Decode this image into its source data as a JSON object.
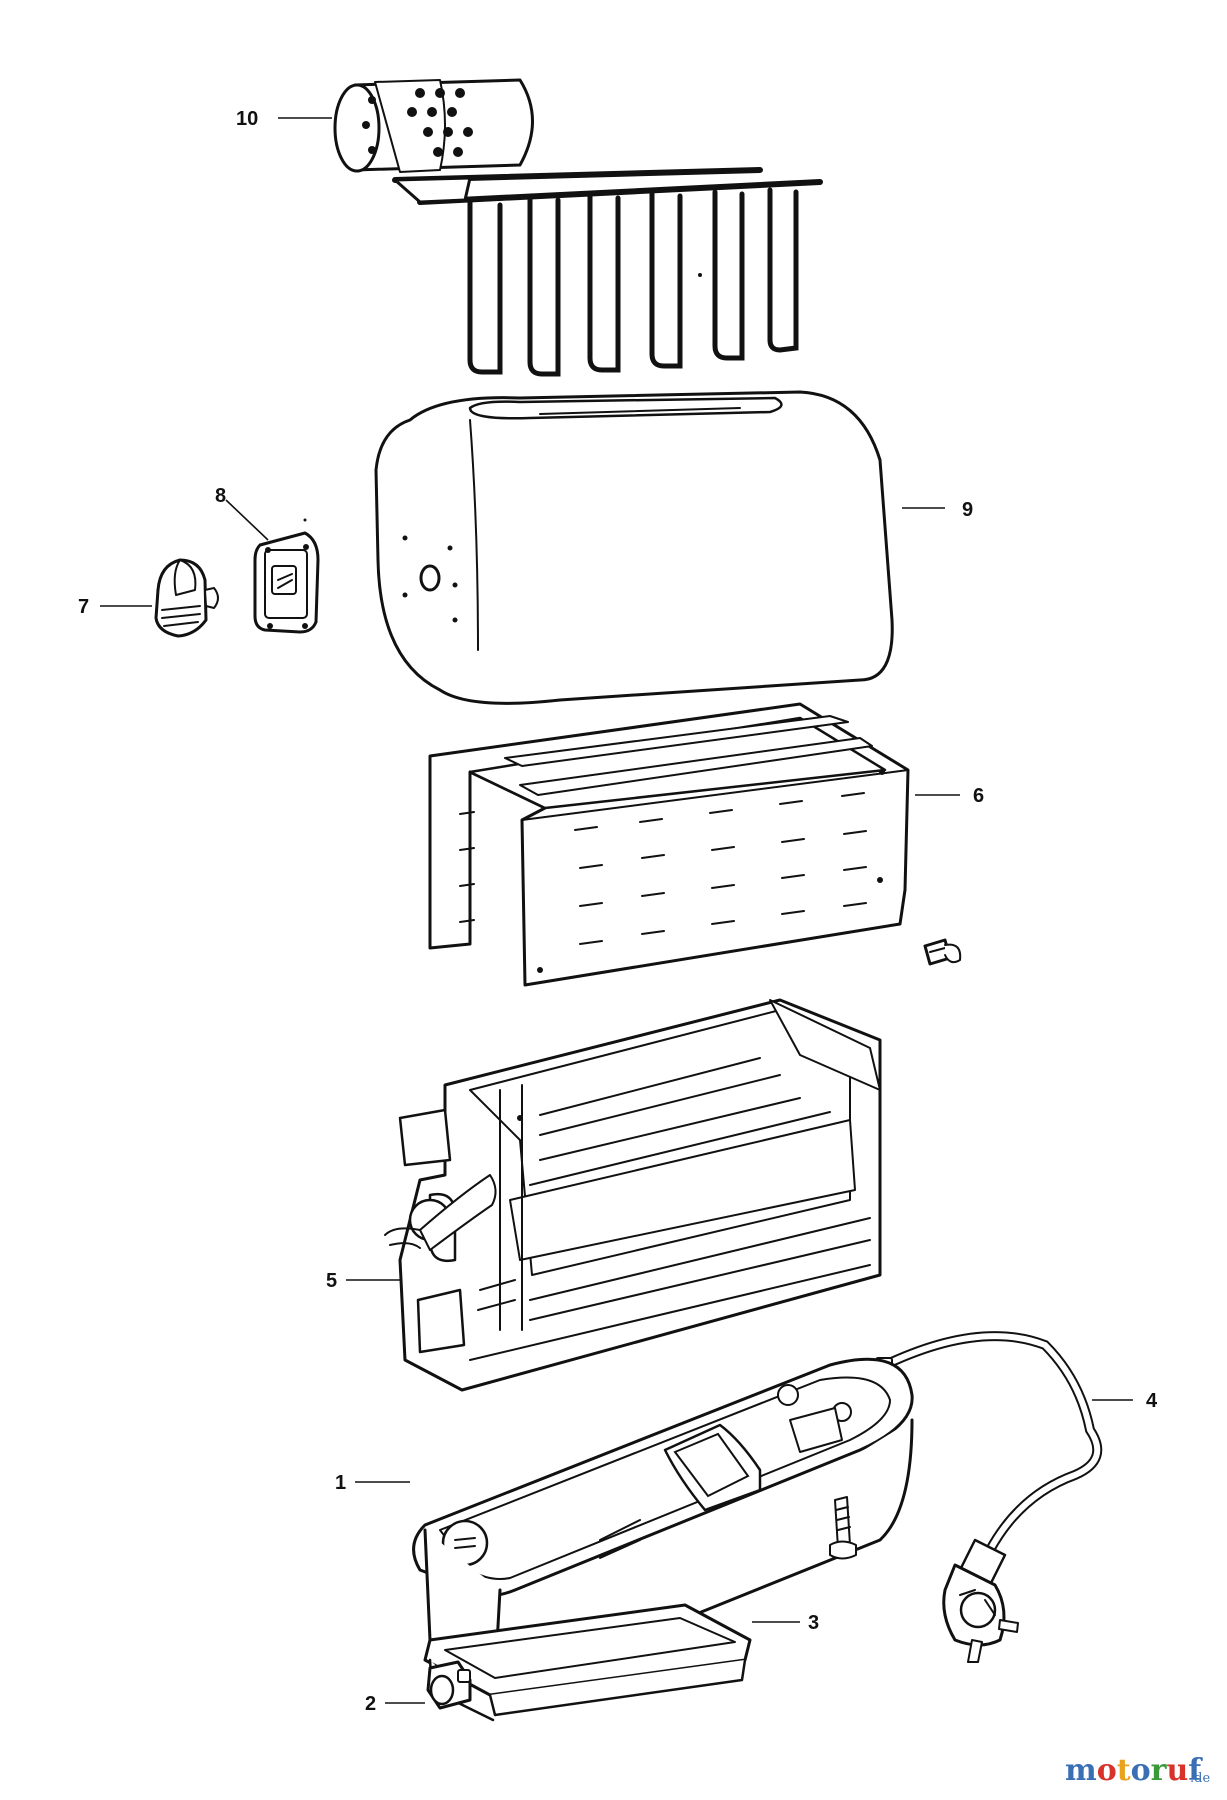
{
  "callouts": [
    {
      "id": "c1",
      "label": "1"
    },
    {
      "id": "c2",
      "label": "2"
    },
    {
      "id": "c3",
      "label": "3"
    },
    {
      "id": "c4",
      "label": "4"
    },
    {
      "id": "c5",
      "label": "5"
    },
    {
      "id": "c6",
      "label": "6"
    },
    {
      "id": "c7",
      "label": "7"
    },
    {
      "id": "c8",
      "label": "8"
    },
    {
      "id": "c9",
      "label": "9"
    },
    {
      "id": "c10",
      "label": "10"
    }
  ],
  "watermark": {
    "letters": [
      {
        "char": "m",
        "color": "#3a6fb5"
      },
      {
        "char": "o",
        "color": "#d8332a"
      },
      {
        "char": "t",
        "color": "#e8a21c"
      },
      {
        "char": "o",
        "color": "#3a6fb5"
      },
      {
        "char": "r",
        "color": "#3a9a3a"
      },
      {
        "char": "u",
        "color": "#d8332a"
      },
      {
        "char": "f",
        "color": "#3a6fb5"
      }
    ],
    "suffix": ".de"
  }
}
